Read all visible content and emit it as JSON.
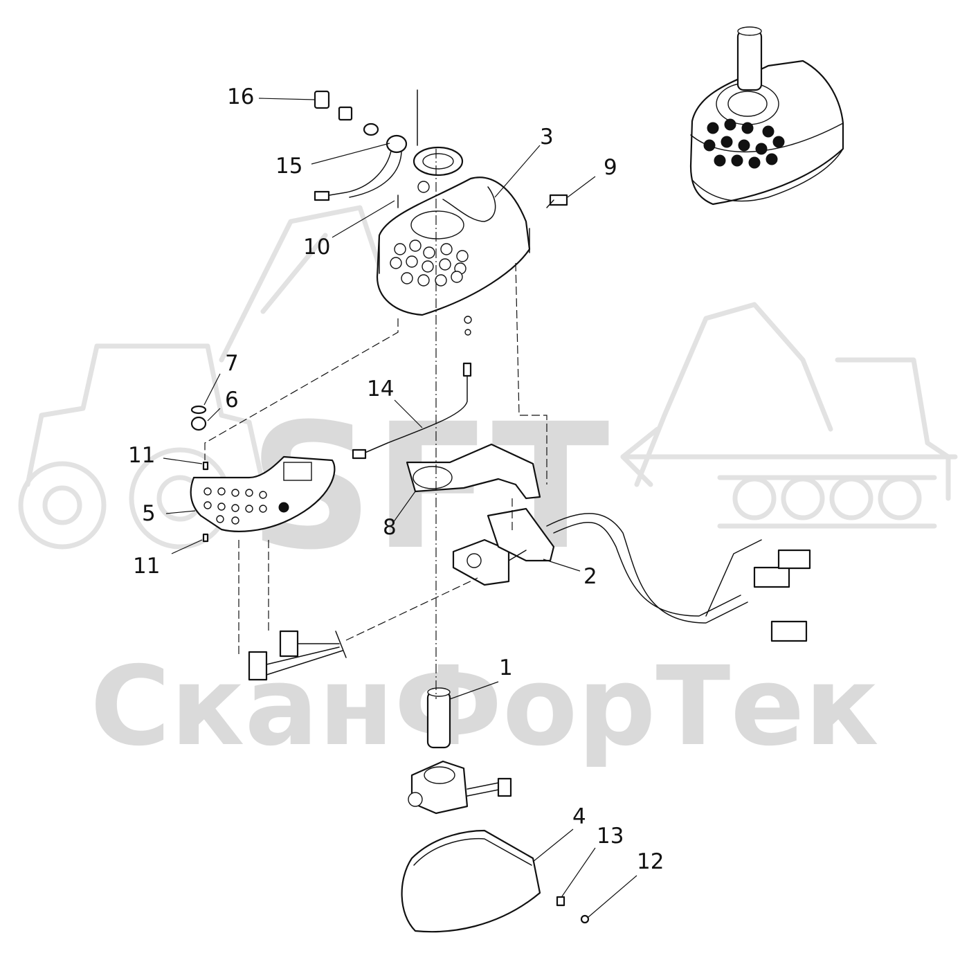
{
  "watermark": {
    "logo_text": "SFT",
    "company_text": "СканФорТек",
    "text_color": "#dadada"
  },
  "callouts": [
    {
      "id": "callout-1",
      "text": "1"
    },
    {
      "id": "callout-2",
      "text": "2"
    },
    {
      "id": "callout-3",
      "text": "3"
    },
    {
      "id": "callout-4",
      "text": "4"
    },
    {
      "id": "callout-5",
      "text": "5"
    },
    {
      "id": "callout-6",
      "text": "6"
    },
    {
      "id": "callout-7",
      "text": "7"
    },
    {
      "id": "callout-8",
      "text": "8"
    },
    {
      "id": "callout-9",
      "text": "9"
    },
    {
      "id": "callout-10",
      "text": "10"
    },
    {
      "id": "callout-11a",
      "text": "11"
    },
    {
      "id": "callout-11b",
      "text": "11"
    },
    {
      "id": "callout-12",
      "text": "12"
    },
    {
      "id": "callout-13",
      "text": "13"
    },
    {
      "id": "callout-14",
      "text": "14"
    },
    {
      "id": "callout-15",
      "text": "15"
    },
    {
      "id": "callout-16",
      "text": "16"
    }
  ],
  "colors": {
    "line": "#111111",
    "background": "#ffffff",
    "watermark": "#dadada"
  }
}
